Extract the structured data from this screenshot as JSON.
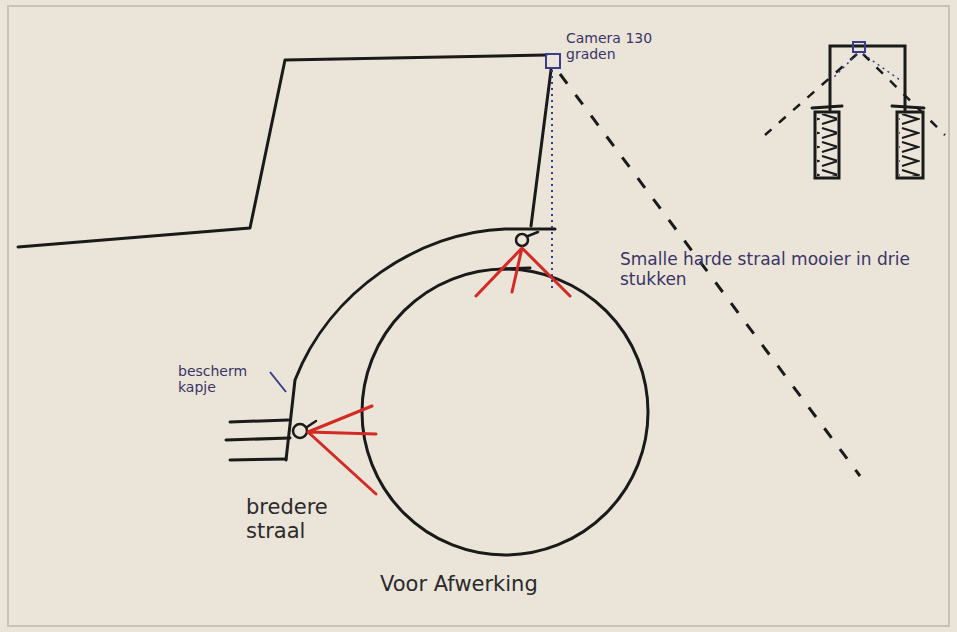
{
  "diagram": {
    "labels": [
      "Camera 130 graden",
      "Smalle harde straal mooier in drie stukken",
      "bescherm kapje",
      "bredere straal",
      "Voor Afwerking"
    ]
  }
}
